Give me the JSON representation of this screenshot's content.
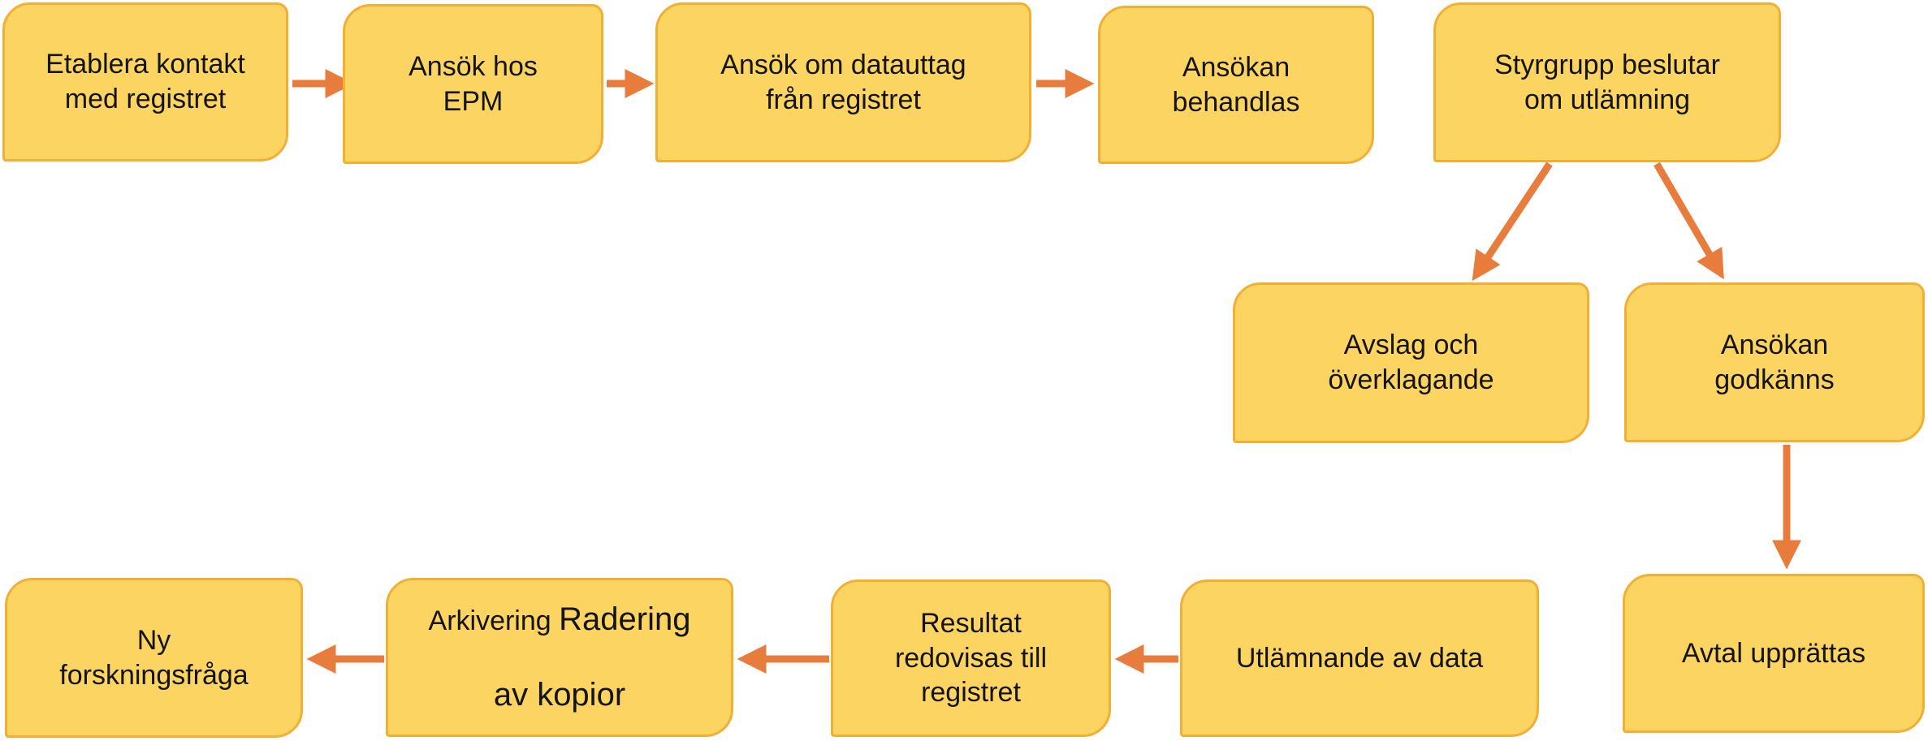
{
  "colors": {
    "background": "#FFFFFF",
    "node_fill": "#FCD462",
    "node_border": "#F2AF35",
    "arrow": "#E87C3C",
    "text": "#141414"
  },
  "nodes": [
    {
      "id": "etablera-kontakt",
      "label": "Etablera kontakt\nmed registret"
    },
    {
      "id": "ansok-hos-epm",
      "label": "Ansök hos\nEPM"
    },
    {
      "id": "ansok-om-datauttag",
      "label": "Ansök om datauttag\nfrån registret"
    },
    {
      "id": "ansokan-behandlas",
      "label": "Ansökan\nbehandlas"
    },
    {
      "id": "styrgrupp-beslutar",
      "label": "Styrgrupp beslutar\nom utlämning"
    },
    {
      "id": "avslag-overklagande",
      "label": "Avslag och\növerklagande"
    },
    {
      "id": "ansokan-godkanns",
      "label": "Ansökan\ngodkänns"
    },
    {
      "id": "avtal-upprattas",
      "label": "Avtal upprättas"
    },
    {
      "id": "utlamnande-av-data",
      "label": "Utlämnande av data"
    },
    {
      "id": "resultat-redovisas",
      "label": "Resultat\nredovisas till\nregistret"
    },
    {
      "id": "arkivering-radering",
      "label_line1_a": "Arkivering",
      "label_line1_b": "Radering",
      "label_line2": "av kopior"
    },
    {
      "id": "ny-forskningsfraga",
      "label": "Ny\nforskningsfråga"
    }
  ],
  "edges": [
    {
      "from": "etablera-kontakt",
      "to": "ansok-hos-epm",
      "direction": "right"
    },
    {
      "from": "ansok-hos-epm",
      "to": "ansok-om-datauttag",
      "direction": "right"
    },
    {
      "from": "ansok-om-datauttag",
      "to": "ansokan-behandlas",
      "direction": "right"
    },
    {
      "from": "styrgrupp-beslutar",
      "to": "avslag-overklagande",
      "direction": "down-left"
    },
    {
      "from": "styrgrupp-beslutar",
      "to": "ansokan-godkanns",
      "direction": "down-right"
    },
    {
      "from": "ansokan-godkanns",
      "to": "avtal-upprattas",
      "direction": "down"
    },
    {
      "from": "utlamnande-av-data",
      "to": "resultat-redovisas",
      "direction": "left"
    },
    {
      "from": "resultat-redovisas",
      "to": "arkivering-radering",
      "direction": "left"
    },
    {
      "from": "arkivering-radering",
      "to": "ny-forskningsfraga",
      "direction": "left"
    }
  ]
}
